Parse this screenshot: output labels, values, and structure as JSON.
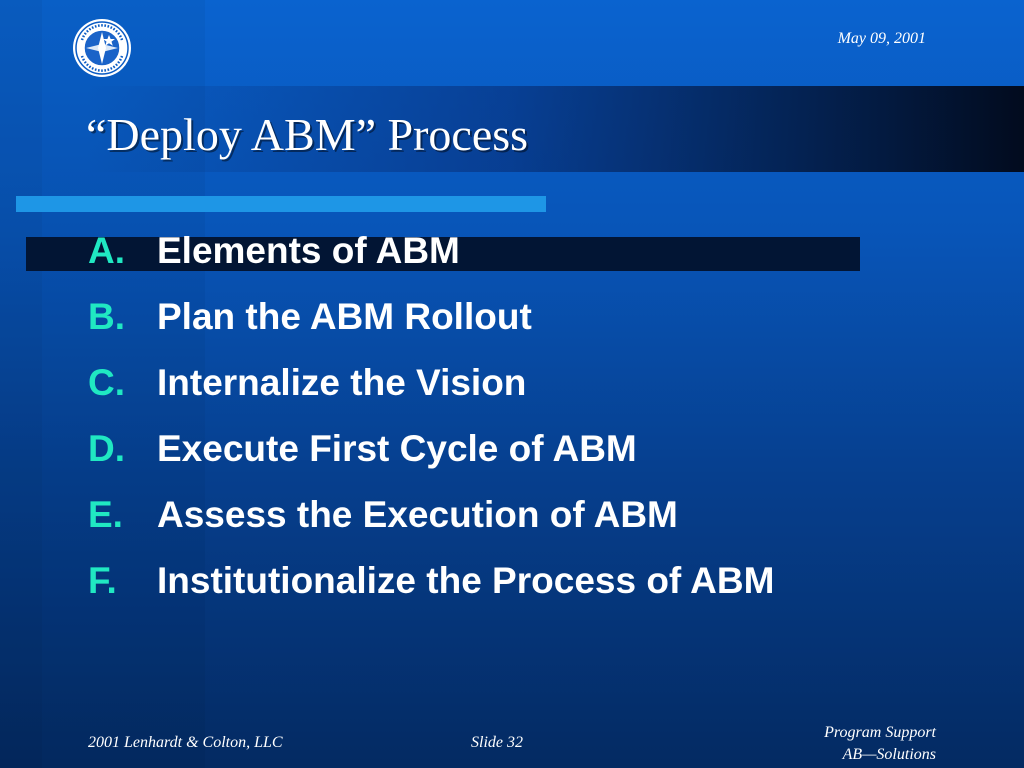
{
  "header": {
    "date": "May 09, 2001",
    "logo_icon": "mndot-seal-icon",
    "logo_text": "MINNESOTA DEPARTMENT OF TRANSPORTATION"
  },
  "slide": {
    "title": "“Deploy ABM” Process"
  },
  "agenda": {
    "items": [
      {
        "letter": "A.",
        "text": "Elements of ABM",
        "highlighted": true
      },
      {
        "letter": "B.",
        "text": "Plan the ABM Rollout",
        "highlighted": false
      },
      {
        "letter": "C.",
        "text": "Internalize the Vision",
        "highlighted": false
      },
      {
        "letter": "D.",
        "text": "Execute First Cycle of ABM",
        "highlighted": false
      },
      {
        "letter": "E.",
        "text": "Assess the Execution of ABM",
        "highlighted": false
      },
      {
        "letter": "F.",
        "text": "Institutionalize the Process of ABM",
        "highlighted": false
      }
    ]
  },
  "footer": {
    "copyright": "2001 Lenhardt & Colton, LLC",
    "slide_number": "Slide 32",
    "program_line1": "Program Support",
    "program_line2": "AB—Solutions"
  },
  "colors": {
    "background": "#0a5bc4",
    "accent_bar": "#1e96e6",
    "letter": "#20e8c2",
    "highlight_bar": "#021534",
    "text": "#ffffff"
  }
}
